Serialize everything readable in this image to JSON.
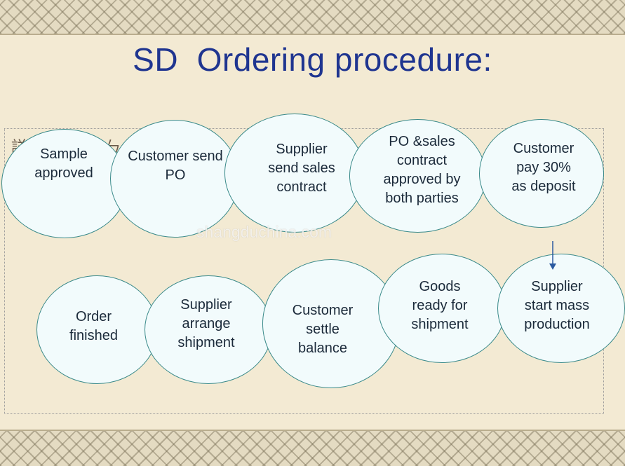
{
  "title": "SD  Ordering procedure:",
  "watermark": "shangduchina.com",
  "stray_chars": [
    "詳",
    "ㄣ"
  ],
  "steps_row1": [
    {
      "text": "Sample\napproved"
    },
    {
      "text": "Customer send\nPO"
    },
    {
      "text": "Supplier\nsend sales\ncontract"
    },
    {
      "text": "PO &sales\ncontract\napproved by\nboth parties"
    },
    {
      "text": "Customer\npay 30%\nas deposit"
    }
  ],
  "steps_row2": [
    {
      "text": "Order\nfinished"
    },
    {
      "text": "Supplier\narrange\nshipment"
    },
    {
      "text": "Customer\nsettle\nbalance"
    },
    {
      "text": "Goods\nready for\nshipment"
    },
    {
      "text": "Supplier\nstart mass\nproduction"
    }
  ],
  "colors": {
    "title": "#1f3590",
    "node_fill": "#f2fbfc",
    "node_border": "#3a8a8a",
    "background": "#f3ead3"
  }
}
